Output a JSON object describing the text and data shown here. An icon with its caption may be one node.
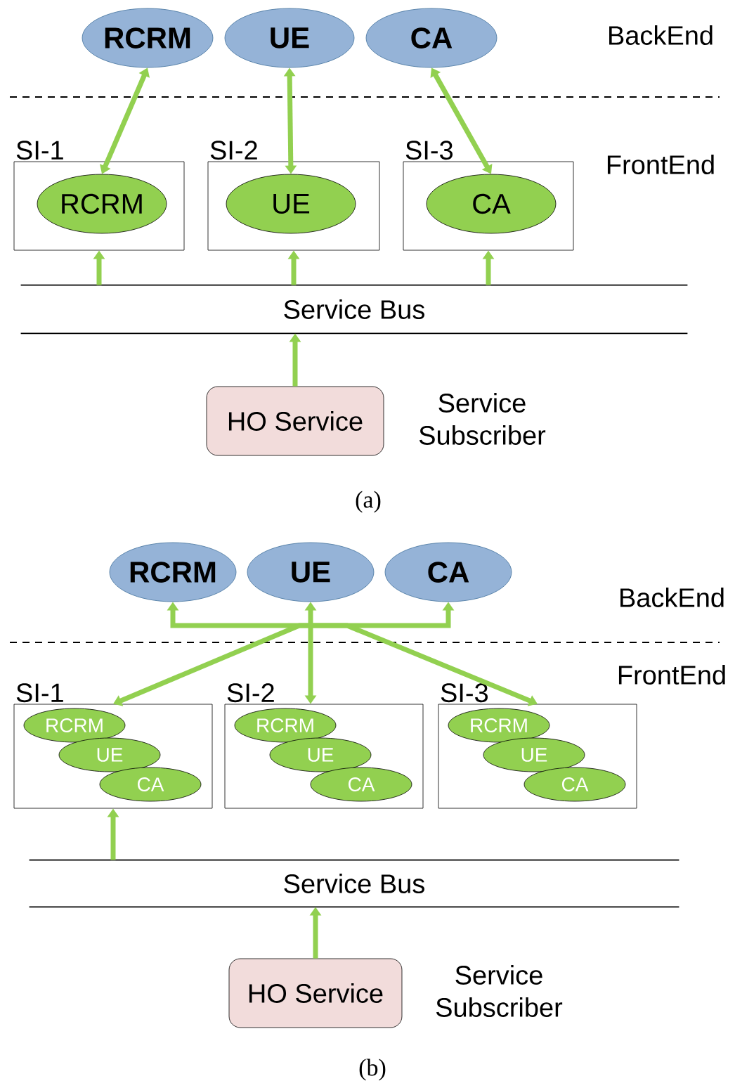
{
  "diagram": {
    "nodes": [
      {
        "text": [
          "RCRM"
        ]
      },
      {
        "text": [
          "UE"
        ]
      },
      {
        "text": [
          "CA"
        ]
      },
      {
        "text": [
          "SI-1"
        ]
      },
      {
        "text": [
          "RCRM"
        ],
        "in": 3
      },
      {
        "text": [
          "SI-2"
        ]
      },
      {
        "text": [
          "UE"
        ],
        "in": 5
      },
      {
        "text": [
          "SI-3"
        ]
      },
      {
        "text": [
          "CA"
        ],
        "in": 7
      },
      {
        "text": [
          "Service Bus"
        ]
      },
      {
        "text": [
          "HO Service"
        ],
        "beside": [
          "Service Subscriber"
        ]
      },
      {
        "text": [
          "RCRM"
        ]
      },
      {
        "text": [
          "UE"
        ]
      },
      {
        "text": [
          "CA"
        ]
      },
      {
        "text": [
          "SI-1"
        ]
      },
      {
        "text": [
          "RCRM"
        ],
        "in": 14
      },
      {
        "text": [
          "UE"
        ],
        "in": 14
      },
      {
        "text": [
          "CA"
        ],
        "in": 14
      },
      {
        "text": [
          "SI-2"
        ]
      },
      {
        "text": [
          "RCRM"
        ],
        "in": 18
      },
      {
        "text": [
          "UE"
        ],
        "in": 18
      },
      {
        "text": [
          "CA"
        ],
        "in": 18
      },
      {
        "text": [
          "SI-3"
        ]
      },
      {
        "text": [
          "RCRM"
        ],
        "in": 22
      },
      {
        "text": [
          "UE"
        ],
        "in": 22
      },
      {
        "text": [
          "CA"
        ],
        "in": 22
      },
      {
        "text": [
          "Service Bus"
        ]
      },
      {
        "text": [
          "HO Service"
        ],
        "beside": [
          "Service Subscriber"
        ]
      }
    ],
    "edges": [
      {
        "from": 0,
        "to": 4,
        "arrow": "both"
      },
      {
        "from": 1,
        "to": 6,
        "arrow": "both"
      },
      {
        "from": 2,
        "to": 8,
        "arrow": "both"
      },
      {
        "from": 9,
        "to": 3,
        "arrow": "to"
      },
      {
        "from": 9,
        "to": 5,
        "arrow": "to"
      },
      {
        "from": 9,
        "to": 7,
        "arrow": "to"
      },
      {
        "from": 10,
        "to": 9,
        "arrow": "to"
      },
      {
        "from": 11,
        "to": 14,
        "arrow": "both"
      },
      {
        "from": 11,
        "to": 18,
        "arrow": "both"
      },
      {
        "from": 11,
        "to": 22,
        "arrow": "both"
      },
      {
        "from": 12,
        "to": 14,
        "arrow": "both"
      },
      {
        "from": 12,
        "to": 18,
        "arrow": "both"
      },
      {
        "from": 12,
        "to": 22,
        "arrow": "both"
      },
      {
        "from": 13,
        "to": 14,
        "arrow": "both"
      },
      {
        "from": 13,
        "to": 18,
        "arrow": "both"
      },
      {
        "from": 13,
        "to": 22,
        "arrow": "both"
      },
      {
        "from": 26,
        "to": 14,
        "arrow": "to"
      },
      {
        "from": 27,
        "to": 26,
        "arrow": "to"
      }
    ],
    "labels": [
      "BackEnd",
      "FrontEnd",
      "(a)",
      "BackEnd",
      "FrontEnd",
      "(b)"
    ]
  }
}
